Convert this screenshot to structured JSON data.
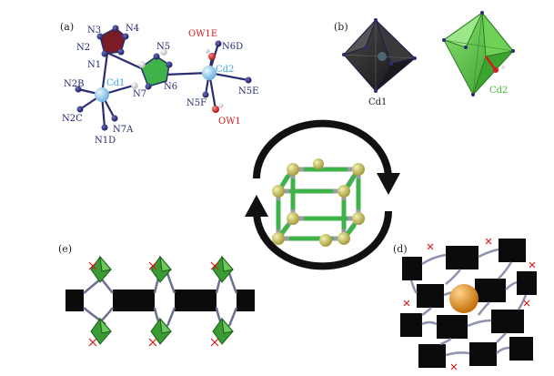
{
  "panels": {
    "a": {
      "label": "(a)",
      "atoms": {
        "n3": "N3",
        "n4": "N4",
        "n2": "N2",
        "n1": "N1",
        "n5": "N5",
        "ow1e": "OW1E",
        "n6d": "N6D",
        "cd1": "Cd1",
        "cd2": "Cd2",
        "n2b": "N2B",
        "n7": "N7",
        "n6": "N6",
        "n5e": "N5E",
        "n5f": "N5F",
        "n2c": "N2C",
        "n7a": "N7A",
        "ow1": "OW1",
        "n1d": "N1D"
      }
    },
    "b": {
      "label": "(b)",
      "cd1": "Cd1",
      "cd2": "Cd2"
    },
    "c": {
      "label": ""
    },
    "d": {
      "label": "(d)"
    },
    "e": {
      "label": "(e)"
    }
  },
  "colors": {
    "nitrogen": "#262a6e",
    "cadmium": "#8fc6ea",
    "oxygen": "#d21e1e",
    "hydrogen": "#eeeeee",
    "tetrazole_red": "#7a1c26",
    "ring_green": "#3fb34a",
    "polyhedron_dark": "#2b2b2b",
    "polyhedron_green": "#52c040",
    "cube_node": "#cfc86a",
    "guest": "#e89a1c"
  }
}
